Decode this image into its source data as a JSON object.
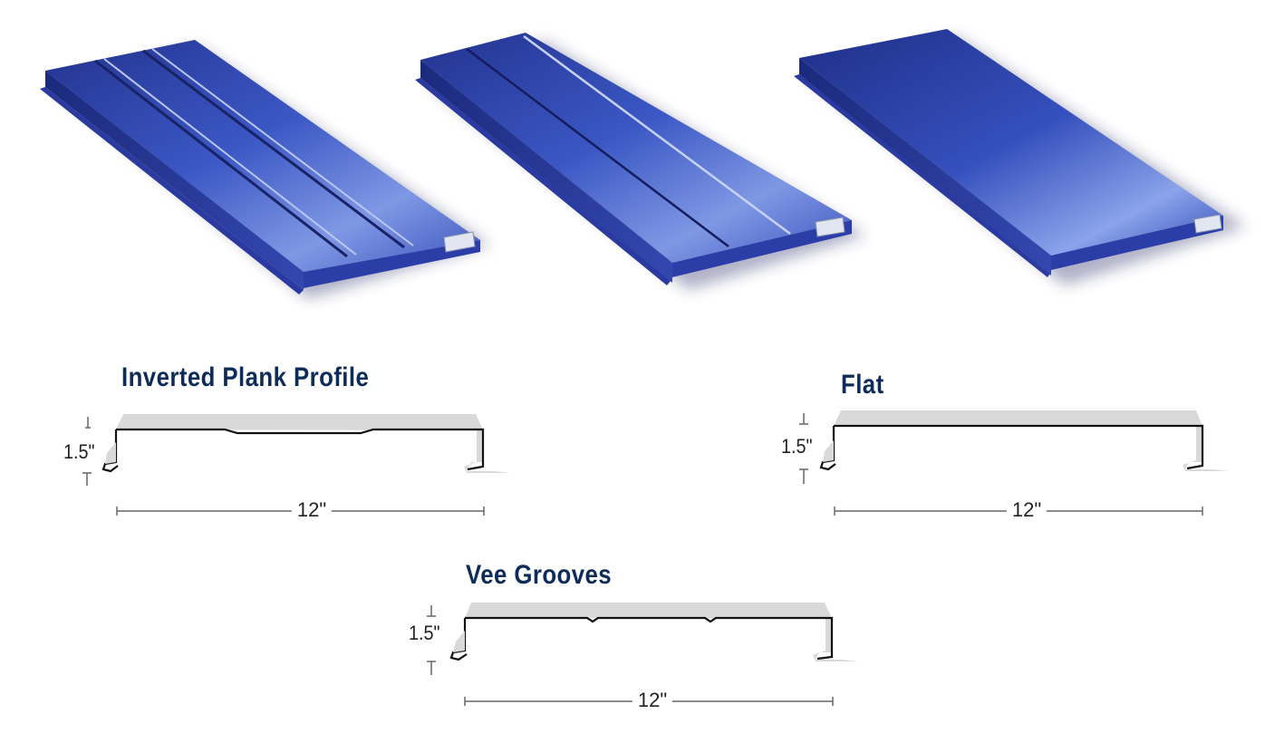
{
  "colors": {
    "panel_blue_dark": "#1d2d86",
    "panel_blue_mid": "#3a55c2",
    "panel_blue_light": "#8ea6ea",
    "title_navy": "#0e2c5a",
    "profile_fill": "#d9d9d9",
    "profile_line": "#111111",
    "dimension_gray": "#666666"
  },
  "profiles": [
    {
      "id": "inverted-plank",
      "title": "Inverted Plank Profile",
      "height_label": "1.5\"",
      "width_label": "12\""
    },
    {
      "id": "flat",
      "title": "Flat",
      "height_label": "1.5\"",
      "width_label": "12\""
    },
    {
      "id": "vee-grooves",
      "title": "Vee Grooves",
      "height_label": "1.5\"",
      "width_label": "12\""
    }
  ]
}
